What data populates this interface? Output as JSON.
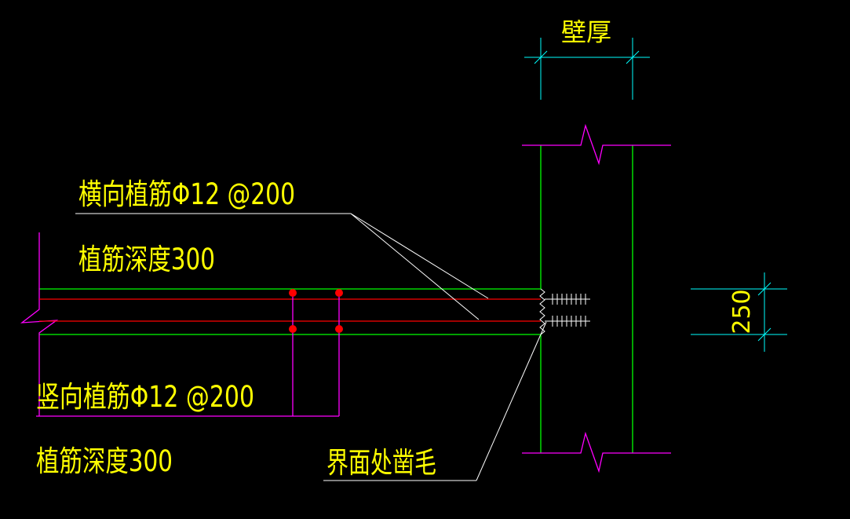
{
  "colors": {
    "background": "#000000",
    "text": "#ffff00",
    "concrete_outline": "#00ff00",
    "rebar": "#ff0000",
    "stirrup": "#ff00ff",
    "leader": "#ffffff",
    "dimension": "#00ffff",
    "rebar_dot": "#ff0000"
  },
  "labels": {
    "wall_thickness": "壁厚",
    "horizontal_rebar": "横向植筋Φ12 @200",
    "horizontal_depth": "植筋深度300",
    "vertical_rebar": "竖向植筋Φ12 @200",
    "vertical_depth": "植筋深度300",
    "interface_note": "界面处凿毛",
    "slab_thickness": "250"
  },
  "icons": {
    "rebar_section": "rebar-cross-section-icon",
    "break_line": "break-line-icon",
    "anchor": "anchored-rebar-hatch-icon"
  }
}
